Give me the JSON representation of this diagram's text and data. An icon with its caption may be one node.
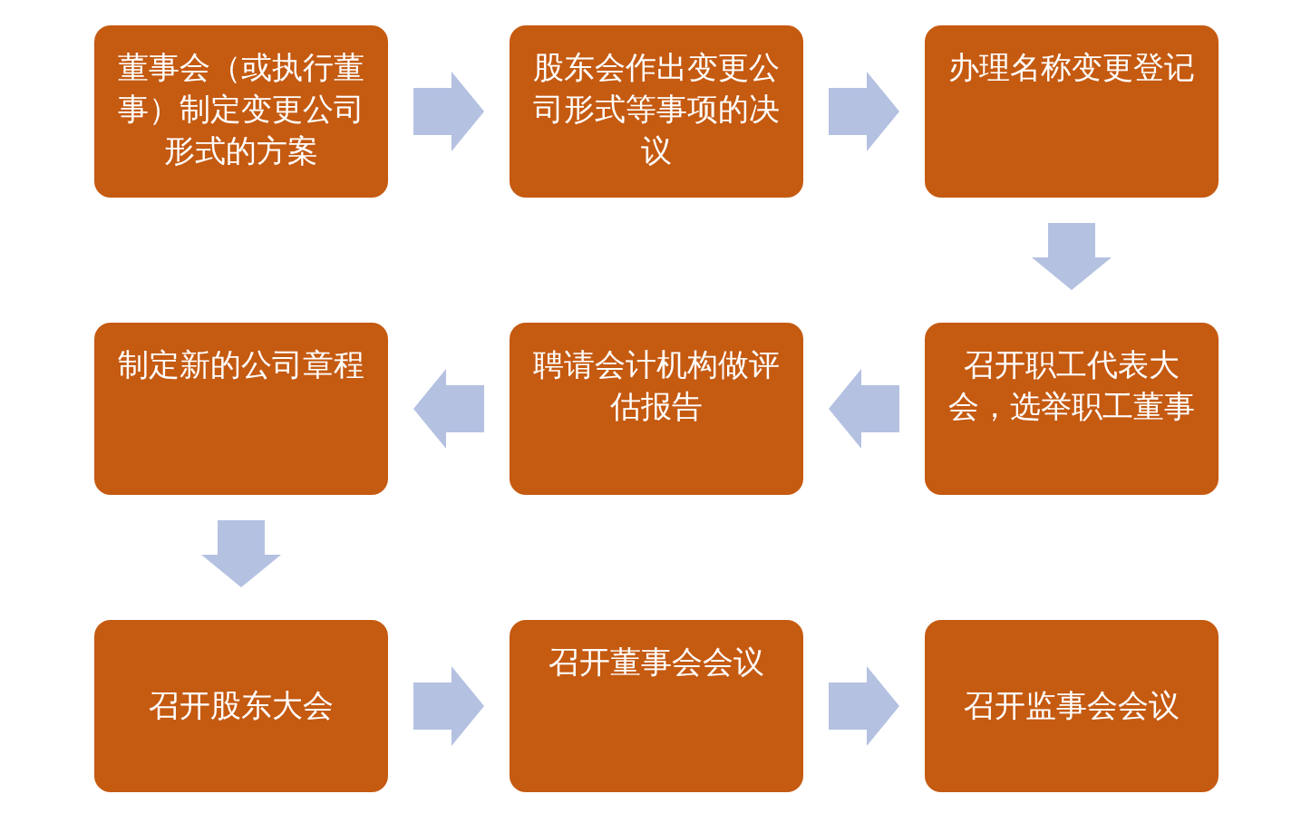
{
  "diagram": {
    "nodes": [
      {
        "text": [
          "董事会（或执行董事）制定变更公司形式的方案"
        ]
      },
      {
        "text": [
          "股东会作出变更公司形式等事项的决议"
        ]
      },
      {
        "text": [
          "办理名称变更登记"
        ]
      },
      {
        "text": [
          "制定新的公司章程"
        ]
      },
      {
        "text": [
          "聘请会计机构做评估报告"
        ]
      },
      {
        "text": [
          "召开职工代表大会，选举职工董事"
        ]
      },
      {
        "text": [
          "召开股东大会"
        ]
      },
      {
        "text": [
          "召开董事会会议"
        ]
      },
      {
        "text": [
          "召开监事会会议"
        ]
      }
    ],
    "edges": [
      {
        "from": 0,
        "to": 1,
        "arrow": "to"
      },
      {
        "from": 1,
        "to": 2,
        "arrow": "to"
      },
      {
        "from": 2,
        "to": 5,
        "arrow": "to"
      },
      {
        "from": 5,
        "to": 4,
        "arrow": "to"
      },
      {
        "from": 4,
        "to": 3,
        "arrow": "to"
      },
      {
        "from": 3,
        "to": 6,
        "arrow": "to"
      },
      {
        "from": 6,
        "to": 7,
        "arrow": "to"
      },
      {
        "from": 7,
        "to": 8,
        "arrow": "to"
      }
    ]
  }
}
